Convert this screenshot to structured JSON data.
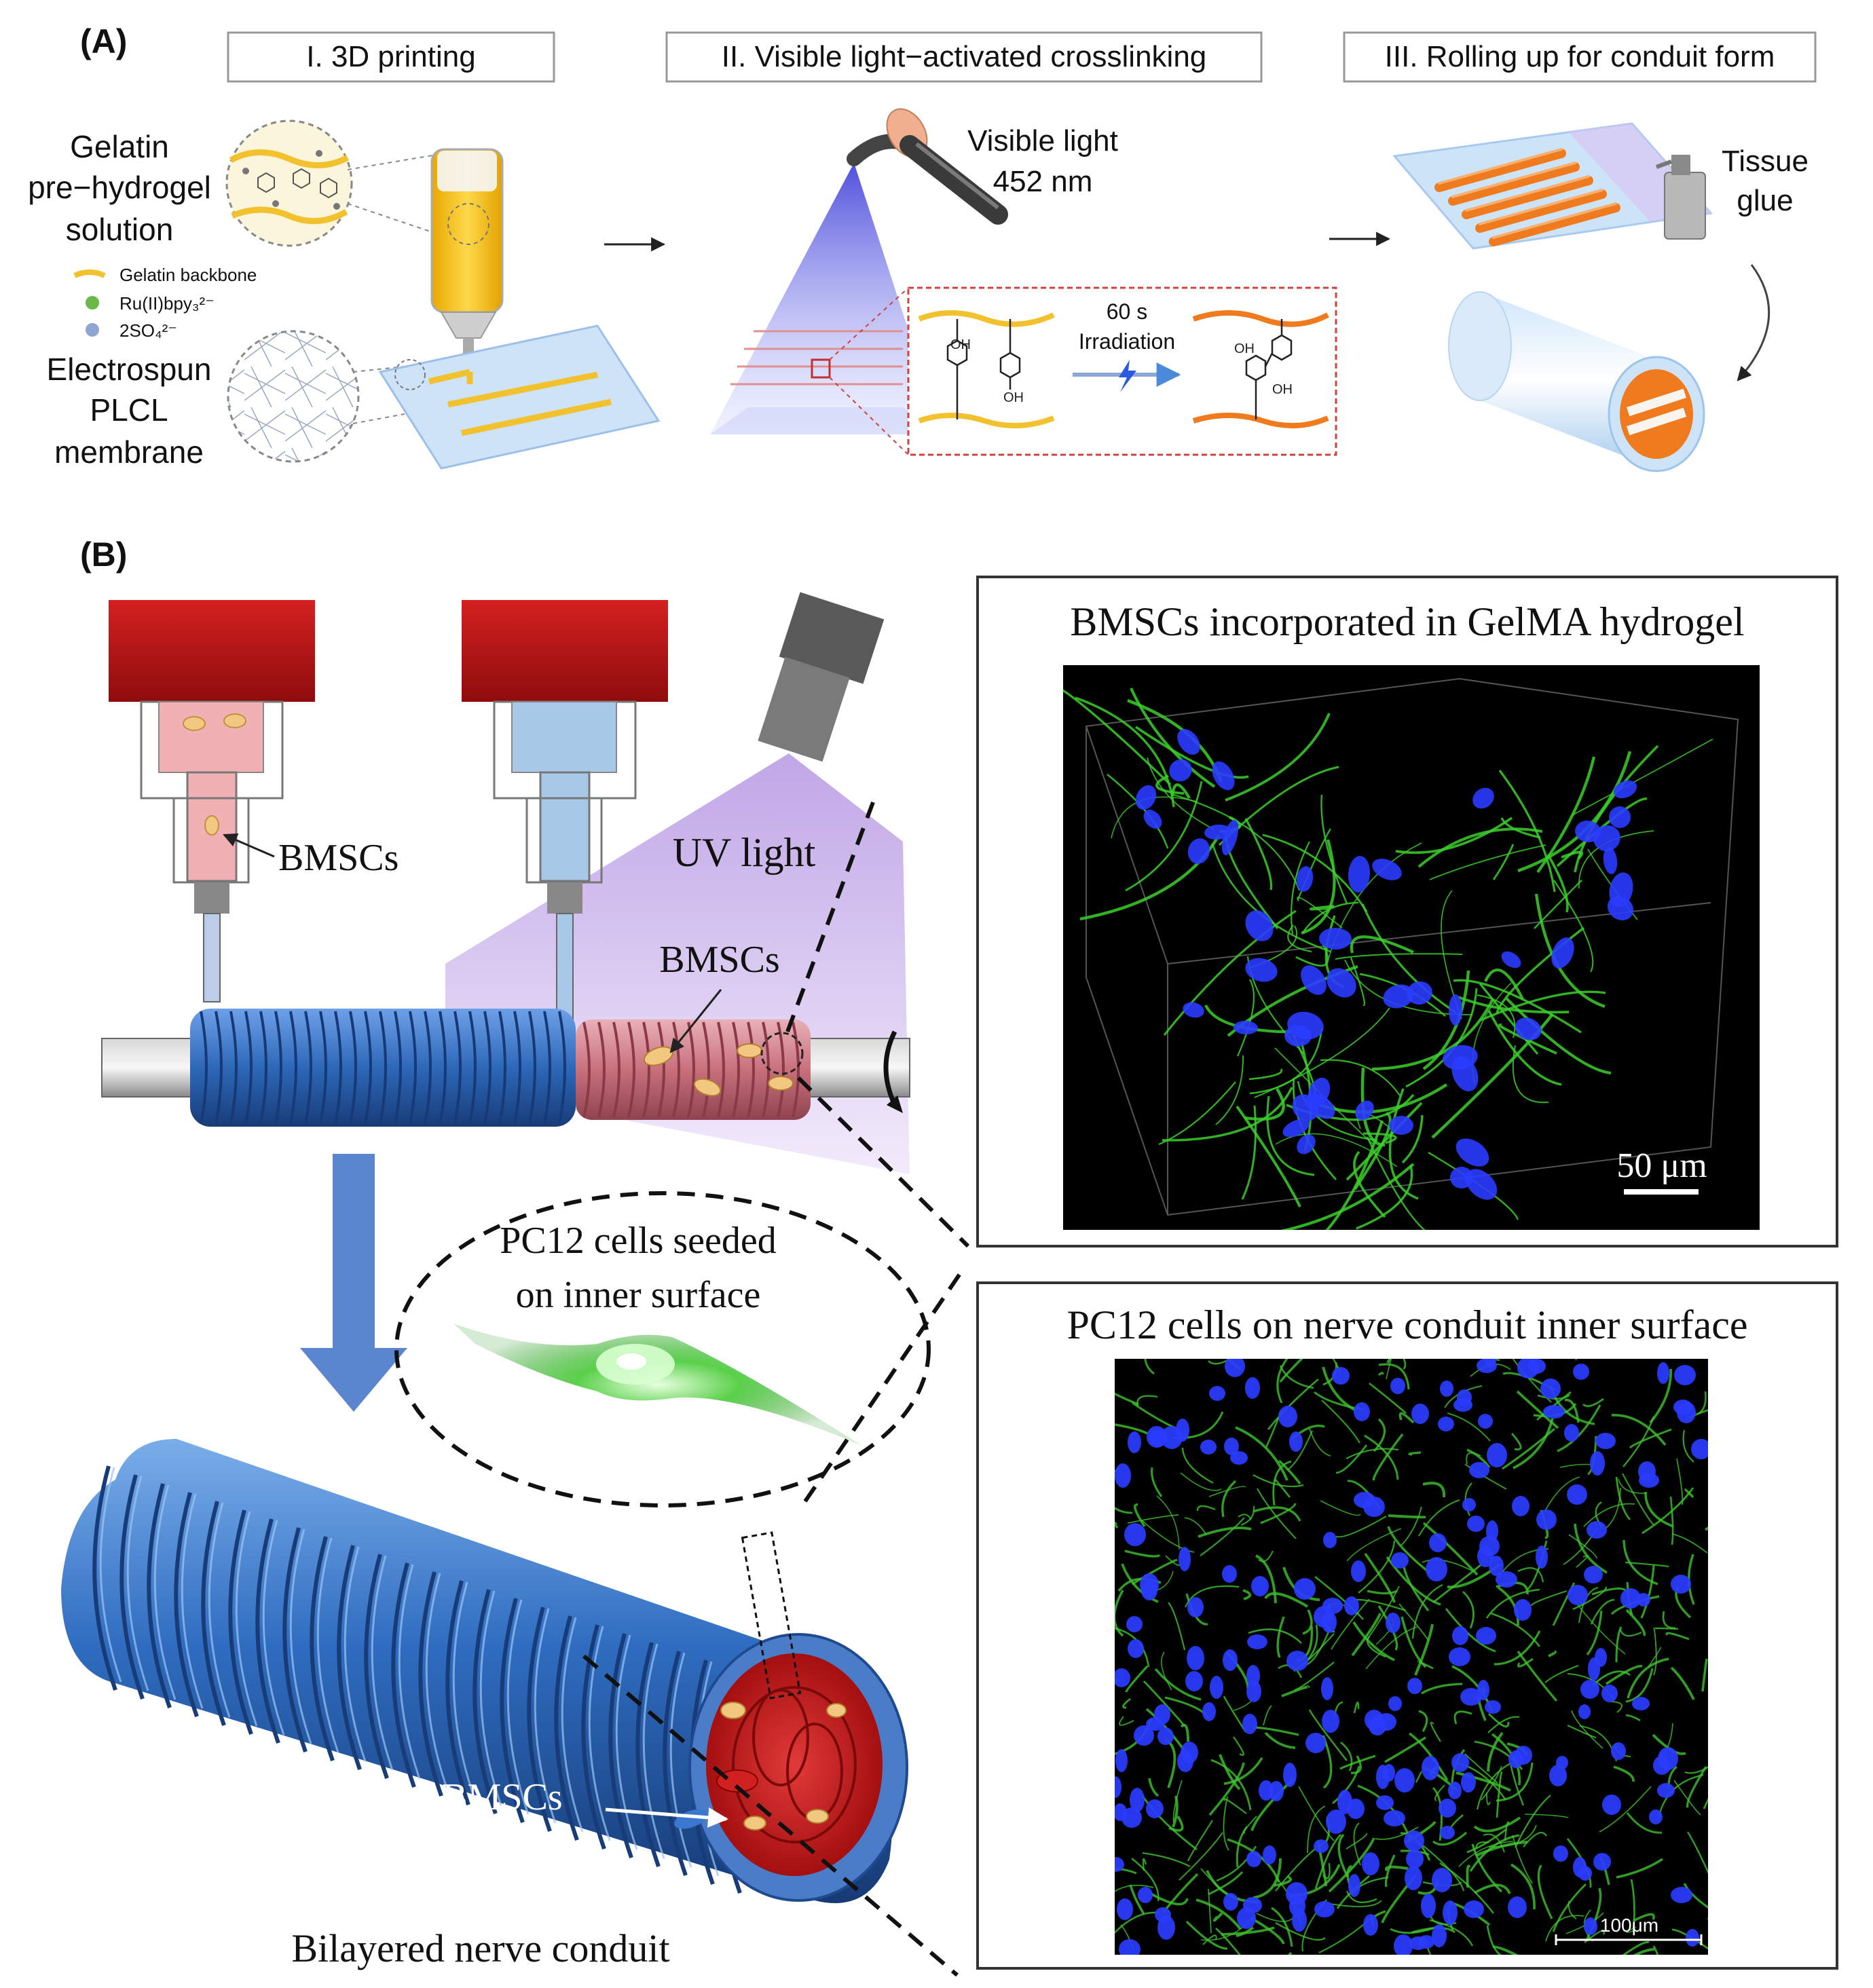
{
  "panel_a": {
    "label": "(A)",
    "steps": [
      "I. 3D printing",
      "II. Visible light−activated crosslinking",
      "III. Rolling up for conduit form"
    ],
    "gelatin_label": [
      "Gelatin",
      "pre−hydrogel",
      "solution"
    ],
    "legend": [
      "Gelatin backbone",
      "Ru(II)bpy₃²⁻",
      "2SO₄²⁻"
    ],
    "membrane_label": [
      "Electrospun",
      "PLCL",
      "membrane"
    ],
    "visible_light": [
      "Visible light",
      "452 nm"
    ],
    "irradiation": [
      "60 s",
      "Irradiation"
    ],
    "oh": "OH",
    "tissue_glue": [
      "Tissue",
      "glue"
    ]
  },
  "panel_b": {
    "label": "(B)",
    "bmscs_1": "BMSCs",
    "uv_light": "UV light",
    "bmscs_2": "BMSCs",
    "pc12_seeded": [
      "PC12 cells  seeded",
      "on inner  surface"
    ],
    "bmscs_3": "BMSCs",
    "conduit_title": "Bilayered  nerve  conduit",
    "micro_top_title": "BMSCs  incorporated  in  GelMA  hydrogel",
    "micro_top_scale": "50 μm",
    "micro_bottom_title": "PC12 cells  on nerve  conduit inner  surface",
    "micro_bottom_scale": "100μm"
  },
  "colors": {
    "red": "#c01818",
    "blue": "#2d68b8",
    "uv_purple": "#8a5cc0",
    "gelatin_yellow": "#f2c12e",
    "orange": "#f07a1e",
    "green_fluor": "#3bd02a",
    "nucleus_blue": "#2a3cff"
  }
}
